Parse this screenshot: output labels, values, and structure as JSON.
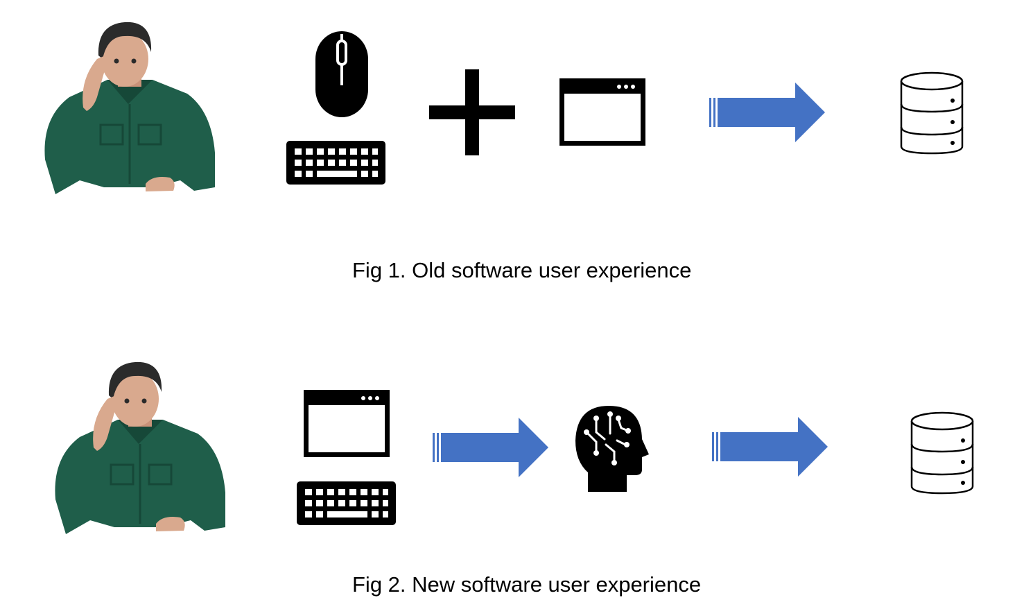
{
  "figures": [
    {
      "caption": "Fig 1. Old software user experience",
      "steps": [
        "person-image",
        "mouse-icon",
        "keyboard-icon",
        "plus-icon",
        "app-window-icon",
        "arrow-icon",
        "database-icon"
      ]
    },
    {
      "caption": "Fig 2. New software user experience",
      "steps": [
        "person-image",
        "app-window-icon",
        "keyboard-icon",
        "arrow-icon",
        "ai-brain-icon",
        "arrow-icon",
        "database-icon"
      ]
    }
  ],
  "colors": {
    "arrow": "#4472C4",
    "icon": "#000000",
    "shirt": "#1F5E4A",
    "hair": "#2B2B2B",
    "skin": "#D9A98E",
    "background": "#FFFFFF"
  }
}
